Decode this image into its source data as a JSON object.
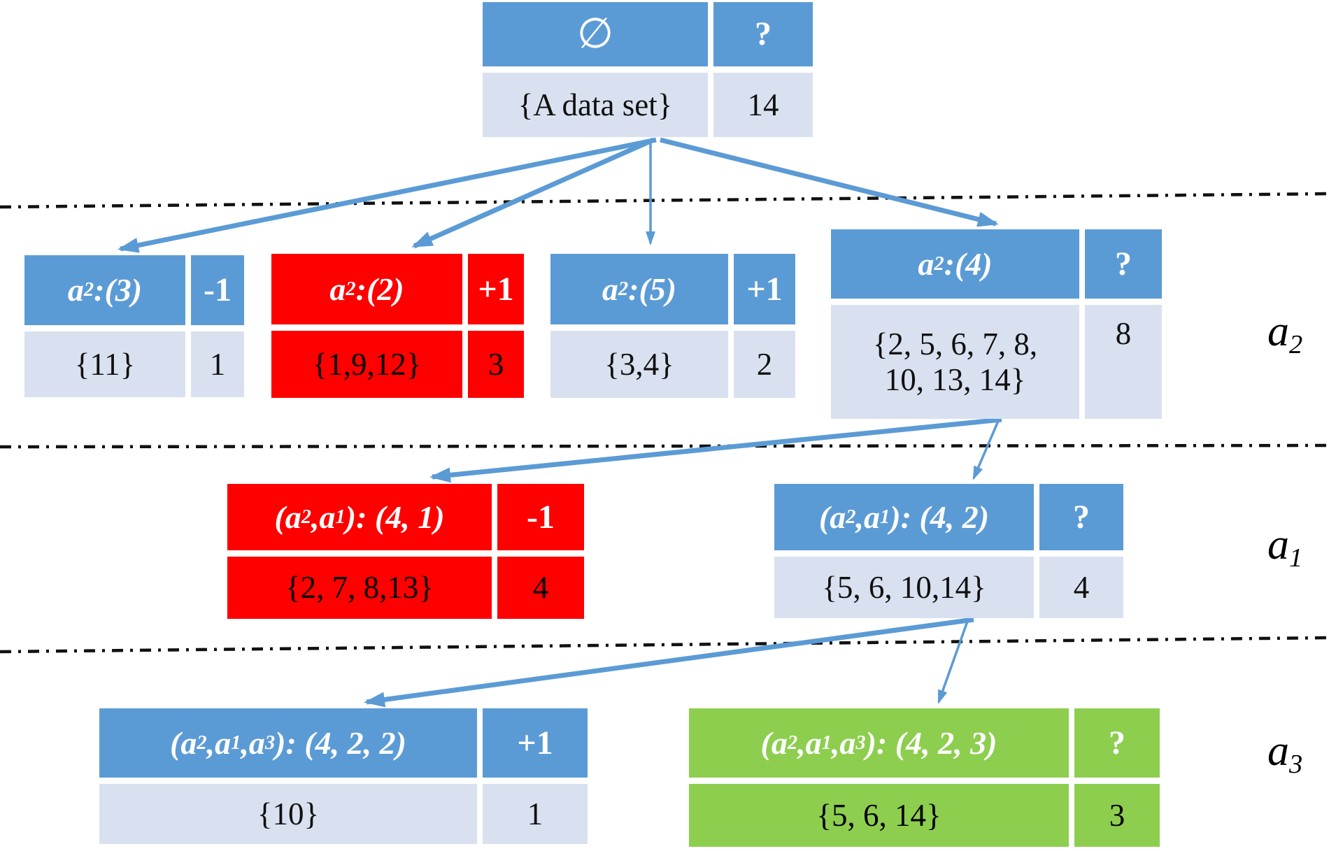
{
  "figure": {
    "type": "attribute-partition-tree-diagram"
  },
  "colors": {
    "node_blue": "#5B9BD5",
    "node_body_light": "#D9E1F0",
    "node_red": "#FF0000",
    "node_green": "#8DCE4F",
    "arrow_blue": "#5B9BD5",
    "separator_black": "#111111"
  },
  "nodes": [
    {
      "id": "root",
      "header": "∅",
      "flag": "?",
      "set": "{A data set}",
      "count": "14",
      "style": "blue"
    },
    {
      "id": "a2-3",
      "header": "a₂:(3)",
      "flag": "-1",
      "set": "{11}",
      "count": "1",
      "style": "blue"
    },
    {
      "id": "a2-2",
      "header": "a₂:(2)",
      "flag": "+1",
      "set": "{1,9,12}",
      "count": "3",
      "style": "red"
    },
    {
      "id": "a2-5",
      "header": "a₂:(5)",
      "flag": "+1",
      "set": "{3,4}",
      "count": "2",
      "style": "blue"
    },
    {
      "id": "a2-4",
      "header": "a₂:(4)",
      "flag": "?",
      "set": "{2, 5, 6, 7, 8,\n10, 13, 14}",
      "count": "8",
      "style": "blue"
    },
    {
      "id": "a1-4-1",
      "header": "(a₂,a₁): (4, 1)",
      "flag": "-1",
      "set": "{2, 7, 8,13}",
      "count": "4",
      "style": "red"
    },
    {
      "id": "a1-4-2",
      "header": "(a₂,a₁): (4, 2)",
      "flag": "?",
      "set": "{5, 6, 10,14}",
      "count": "4",
      "style": "blue"
    },
    {
      "id": "a3-4-2-2",
      "header": "(a₂,a₁,a₃): (4, 2, 2)",
      "flag": "+1",
      "set": "{10}",
      "count": "1",
      "style": "blue"
    },
    {
      "id": "a3-4-2-3",
      "header": "(a₂,a₁,a₃): (4, 2, 3)",
      "flag": "?",
      "set": "{5, 6, 14}",
      "count": "3",
      "style": "green"
    }
  ],
  "level_labels": [
    {
      "text": "a₂"
    },
    {
      "text": "a₁"
    },
    {
      "text": "a₃"
    }
  ]
}
